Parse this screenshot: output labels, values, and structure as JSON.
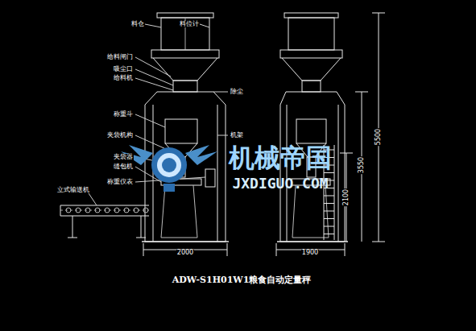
{
  "diagram": {
    "title": "ADW-S1H01W1粮食自动定量秤",
    "labels": [
      "料仓",
      "料位计",
      "给料闸门",
      "吸尘口",
      "给料机",
      "除尘",
      "称重斗",
      "夹袋机构",
      "机架",
      "夹袋器",
      "缝包机",
      "称重仪表",
      "立式输送机",
      "2000",
      "1900",
      "5500",
      "3550",
      "2100",
      "机械帝国",
      "JXDIGUO.COM"
    ]
  }
}
